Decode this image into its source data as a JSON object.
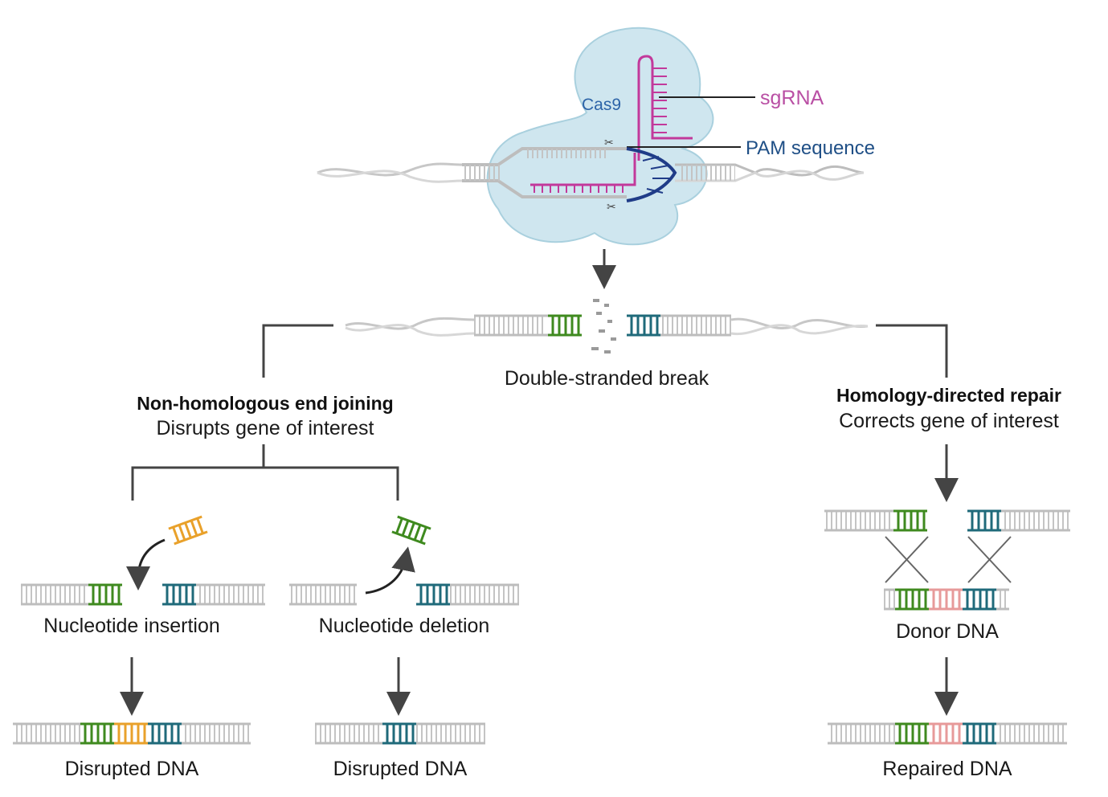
{
  "labels": {
    "cas9": "Cas9",
    "sgrna": "sgRNA",
    "pam": "PAM sequence",
    "dsb": "Double-stranded break",
    "nhej_title": "Non-homologous end joining",
    "nhej_sub": "Disrupts gene of interest",
    "hdr_title": "Homology-directed repair",
    "hdr_sub": "Corrects gene of interest",
    "insertion": "Nucleotide insertion",
    "deletion": "Nucleotide deletion",
    "donor": "Donor DNA",
    "disrupted_1": "Disrupted DNA",
    "disrupted_2": "Disrupted DNA",
    "repaired": "Repaired DNA"
  },
  "colors": {
    "dna_gray": "#b8b8b8",
    "green": "#3f8a1f",
    "teal": "#1f6a7a",
    "orange": "#e9a12b",
    "pink": "#e79a9a",
    "magenta": "#c2399b",
    "navy": "#1f3c88",
    "cas9_fill": "#cfe6ef",
    "cas9_text": "#2d64a8",
    "sgrna_text": "#b94fa4",
    "pam_text": "#1f4f86",
    "arrow": "#444444"
  }
}
